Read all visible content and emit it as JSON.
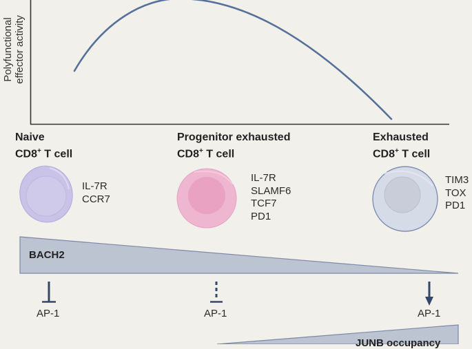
{
  "chart": {
    "ylabel_line1": "Polyfunctional",
    "ylabel_line2": "effector activity",
    "curve_color": "#55709a",
    "axis_color": "#333333"
  },
  "cells": [
    {
      "title_line1": "Naive",
      "title_cd8": "CD8",
      "title_sup": "+",
      "title_tail": " T cell",
      "markers": [
        "IL-7R",
        "CCR7"
      ],
      "color": "#cbc6e8"
    },
    {
      "title_line1": "Progenitor exhausted",
      "title_cd8": "CD8",
      "title_sup": "+",
      "title_tail": " T cell",
      "markers": [
        "IL-7R",
        "SLAMF6",
        "TCF7",
        "PD1"
      ],
      "color": "#efb3cd"
    },
    {
      "title_line1": "Exhausted",
      "title_cd8": "CD8",
      "title_sup": "+",
      "title_tail": " T cell",
      "markers": [
        "TIM3",
        "TOX",
        "PD1"
      ],
      "color": "#d6dbe8"
    }
  ],
  "bach2": {
    "label": "BACH2",
    "fill": "#bcc3d1"
  },
  "ap1": [
    {
      "label": "AP-1",
      "relation": "inhibition"
    },
    {
      "label": "AP-1",
      "relation": "weak-inhibition"
    },
    {
      "label": "AP-1",
      "relation": "activation"
    }
  ],
  "junb": {
    "label": "JUNB occupancy",
    "fill": "#bcc3d1"
  }
}
